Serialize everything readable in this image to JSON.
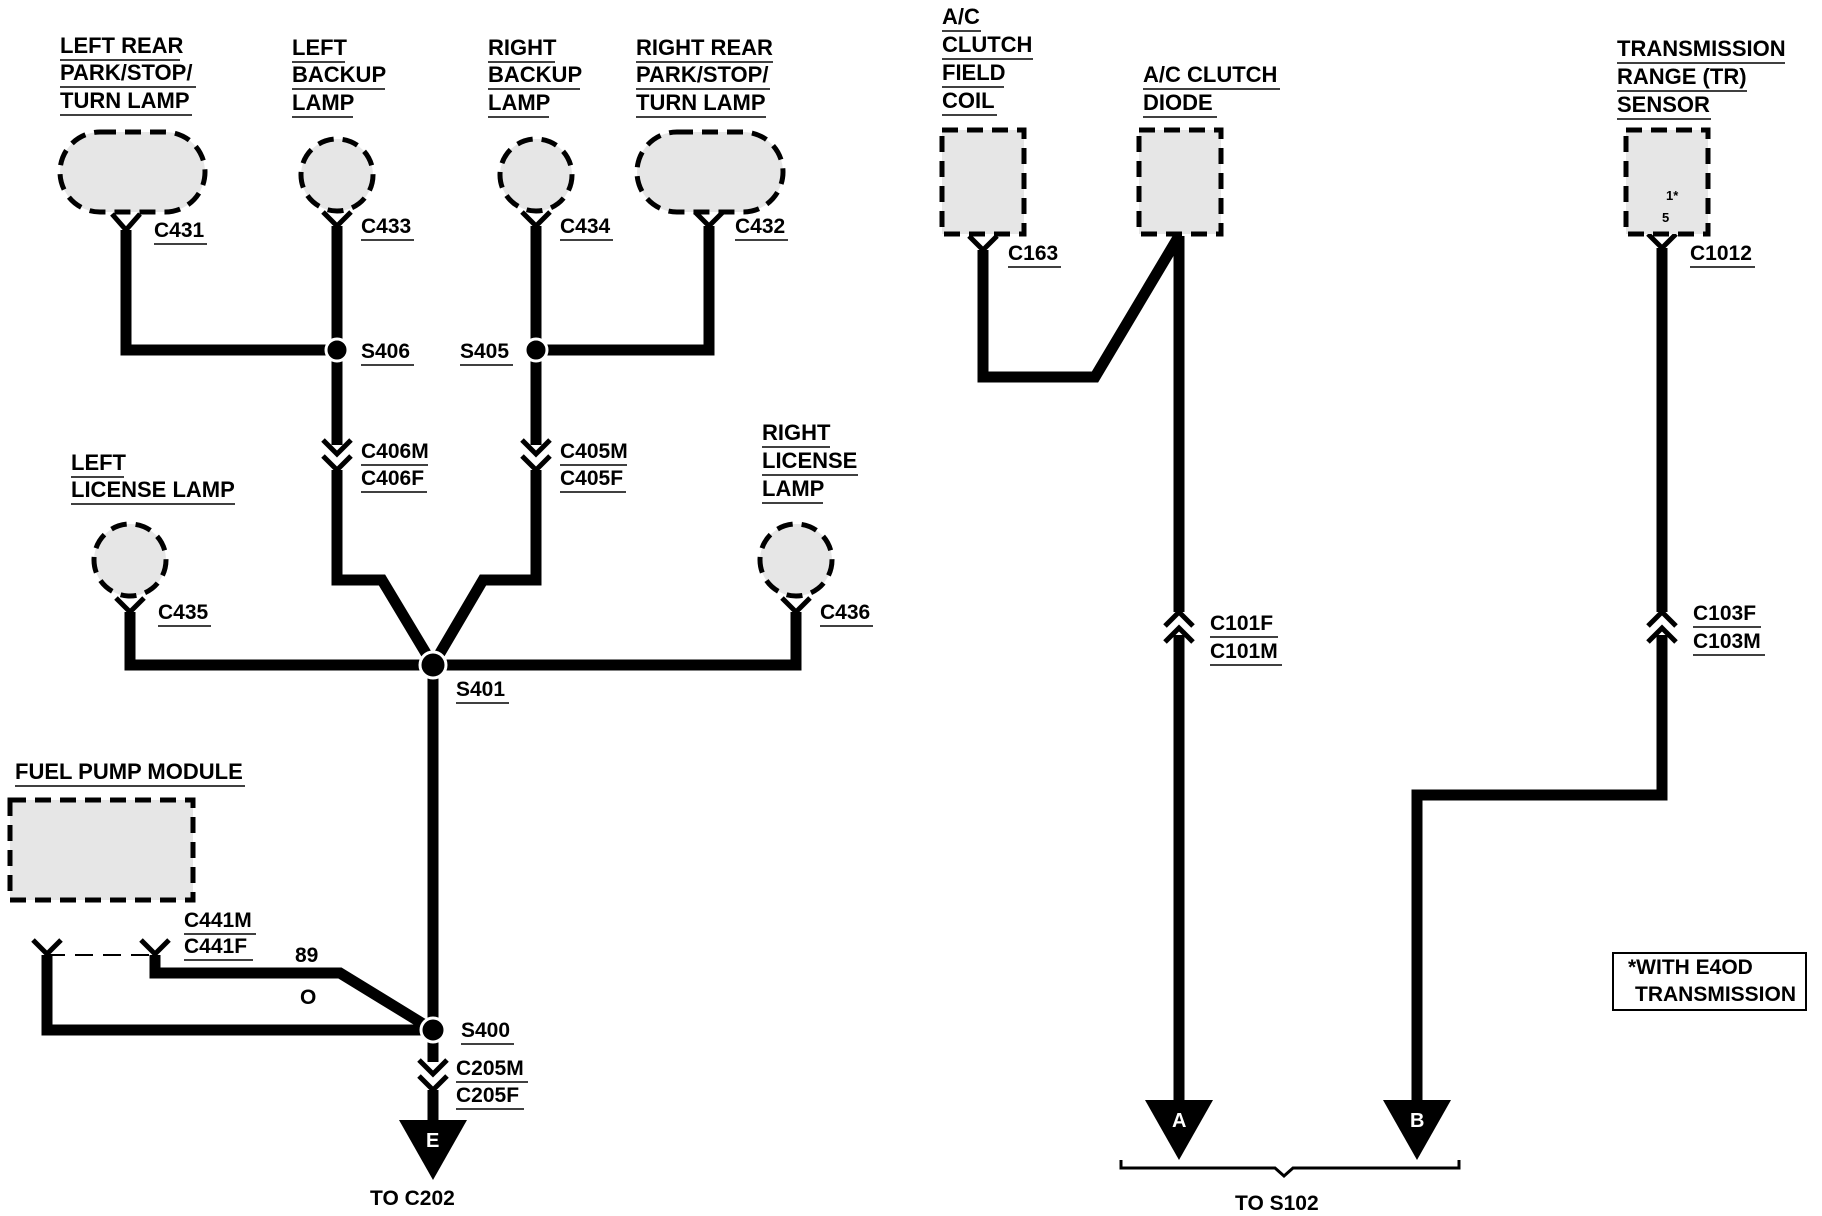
{
  "components": {
    "left_rear_lamp": [
      "LEFT REAR",
      "PARK/STOP/",
      "TURN LAMP"
    ],
    "left_backup_lamp": [
      "LEFT",
      "BACKUP",
      "LAMP"
    ],
    "right_backup_lamp": [
      "RIGHT",
      "BACKUP",
      "LAMP"
    ],
    "right_rear_lamp": [
      "RIGHT REAR",
      "PARK/STOP/",
      "TURN LAMP"
    ],
    "left_license_lamp": [
      "LEFT",
      "LICENSE LAMP"
    ],
    "right_license_lamp": [
      "RIGHT",
      "LICENSE",
      "LAMP"
    ],
    "fuel_pump_module": [
      "FUEL PUMP MODULE"
    ],
    "ac_clutch_field_coil": [
      "A/C",
      "CLUTCH",
      "FIELD",
      "COIL"
    ],
    "ac_clutch_diode": [
      "A/C CLUTCH",
      "DIODE"
    ],
    "tr_sensor": [
      "TRANSMISSION",
      "RANGE (TR)",
      "SENSOR"
    ]
  },
  "tr_sensor_pins": [
    "1*",
    "5"
  ],
  "connectors": {
    "c431": "C431",
    "c433": "C433",
    "c434": "C434",
    "c432": "C432",
    "c435": "C435",
    "c436": "C436",
    "c406m": "C406M",
    "c406f": "C406F",
    "c405m": "C405M",
    "c405f": "C405F",
    "c441m": "C441M",
    "c441f": "C441F",
    "c205m": "C205M",
    "c205f": "C205F",
    "c163": "C163",
    "c1012": "C1012",
    "c101f": "C101F",
    "c101m": "C101M",
    "c103f": "C103F",
    "c103m": "C103M"
  },
  "splices": {
    "s406": "S406",
    "s405": "S405",
    "s401": "S401",
    "s400": "S400"
  },
  "wire_labels": {
    "circuit": "89",
    "color": "O"
  },
  "arrows": {
    "e": "E",
    "a": "A",
    "b": "B"
  },
  "destinations": {
    "to_c202": "TO C202",
    "to_s102": "TO S102"
  },
  "note": [
    "*WITH  E4OD",
    "TRANSMISSION"
  ]
}
